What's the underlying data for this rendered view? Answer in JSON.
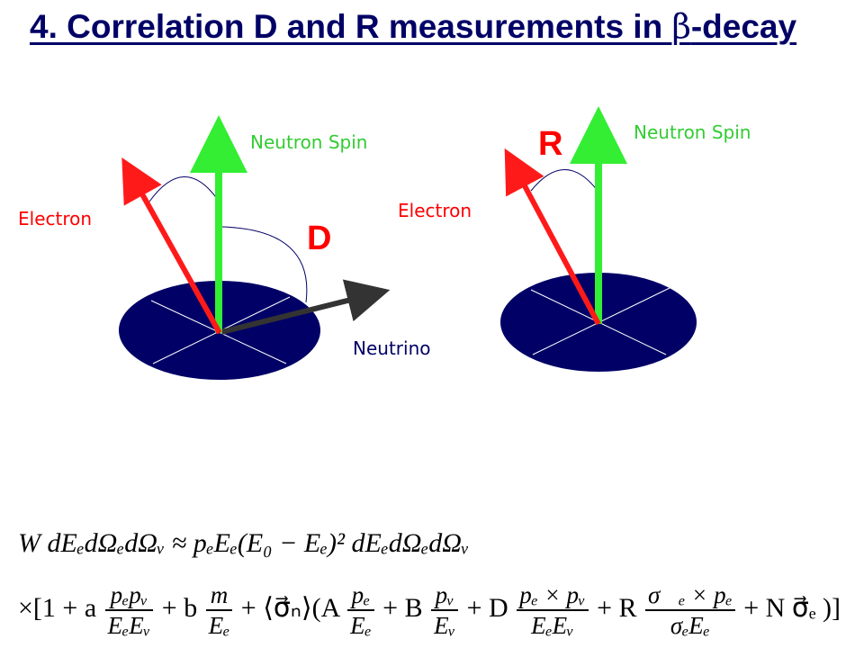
{
  "slide": {
    "title": "4. Correlation D and R measurements in ",
    "title_symbol": "β",
    "title_suffix": "-decay"
  },
  "diagram_d": {
    "neutron_spin_label": "Neutron Spin",
    "electron_label": "Electron",
    "neutrino_label": "Neutrino",
    "coefficient_label": "D"
  },
  "diagram_r": {
    "neutron_spin_label": "Neutron Spin",
    "electron_label": "Electron",
    "coefficient_label": "R"
  },
  "formula": {
    "line1": "W dEₑdΩₑdΩᵥ  ≈ pₑEₑ(E₀ − Eₑ)² dEₑdΩₑdΩᵥ",
    "line2_start": "×[1 + a",
    "term_a_num": "pₑpᵥ",
    "term_a_den": "EₑEᵥ",
    "line2_b": "+ b",
    "term_b_num": "m",
    "term_b_den": "Eₑ",
    "line2_sigma": "+ ⟨σ⃗ₙ⟩(A",
    "term_A_num": "pₑ",
    "term_A_den": "Eₑ",
    "line2_B": "+ B",
    "term_B_num": "pᵥ",
    "term_B_den": "Eᵥ",
    "line2_D": "+ D",
    "term_D_num": "pₑ × pᵥ",
    "term_D_den": "EₑEᵥ",
    "line2_R": "+ R",
    "term_R_num": "σ⃗ₑ × pₑ",
    "term_R_den": "σₑEₑ",
    "line2_end": "+ N σ⃗ₑ )]"
  },
  "colors": {
    "title": "#000066",
    "disk": "#000066",
    "neutron_spin": "#33ee33",
    "electron": "#ff1a1a",
    "neutrino": "#333333",
    "label_green": "#33cc33",
    "label_red": "#ff0000"
  }
}
